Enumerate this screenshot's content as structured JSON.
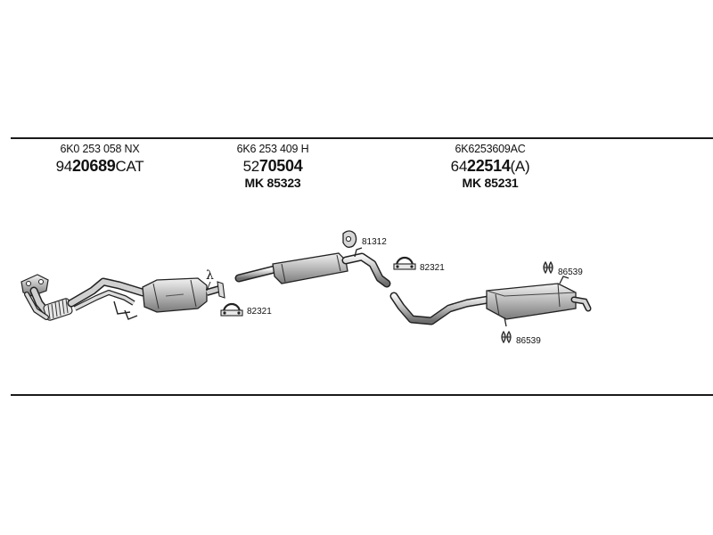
{
  "parts": [
    {
      "oem": "6K0 253 058 NX",
      "art_prefix": "94",
      "art_main": "20689",
      "art_suffix": "CAT",
      "mk": ""
    },
    {
      "oem": "6K6 253 409 H",
      "art_prefix": "52",
      "art_main": "70504",
      "art_suffix": "",
      "mk": "MK  85323"
    },
    {
      "oem": "6K6253609AC",
      "art_prefix": "64",
      "art_main": "22514",
      "art_suffix": "(A)",
      "mk": "MK  85231"
    }
  ],
  "callouts": {
    "lambda": "λ",
    "clamp_front": "82321",
    "rubber_mount_mid": "81312",
    "clamp_rear": "82321",
    "hanger_top": "86539",
    "hanger_bottom": "86539"
  }
}
